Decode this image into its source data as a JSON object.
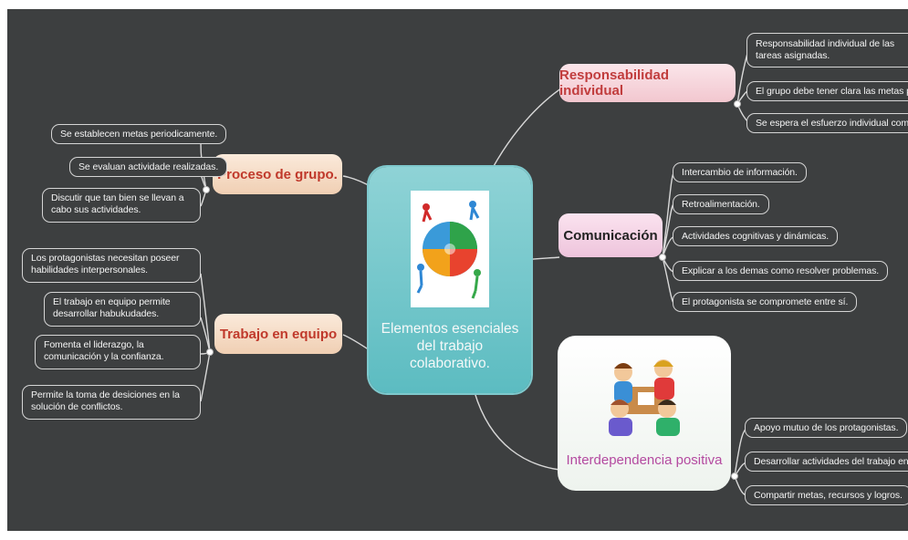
{
  "colors": {
    "background": "#3d3f40",
    "center_fill": "#73c8cc",
    "peach_topic": "#f3d6c0",
    "pink_topic": "#f6cfd6",
    "lilac_topic": "#efcfe6",
    "interdependencia_text": "#b44aa0",
    "leaf_border": "#d5d5d5"
  },
  "icons": {
    "center": "puzzle-team-icon",
    "interdependencia": "children-group-icon"
  },
  "center": {
    "title": "Elementos esenciales del trabajo colaborativo."
  },
  "topics": {
    "responsabilidad": {
      "label": "Responsabilidad individual",
      "items": [
        "Responsabilidad individual de las tareas asignadas.",
        "El grupo debe tener clara las metas propuestas.",
        "Se espera el esfuerzo individual como grupal."
      ]
    },
    "comunicacion": {
      "label": "Comunicación",
      "items": [
        "Intercambio de información.",
        "Retroalimentación.",
        "Actividades cognitivas y dinámicas.",
        "Explicar a los demas como resolver problemas.",
        "El protagonista se compromete entre sí."
      ]
    },
    "interdependencia": {
      "label": "Interdependencia positiva",
      "items": [
        "Apoyo mutuo de los protagonistas.",
        "Desarrollar actividades del trabajo en equipo.",
        "Compartir metas, recursos y logros."
      ]
    },
    "proceso": {
      "label": "Proceso de grupo.",
      "items": [
        "Se establecen metas periodicamente.",
        "Se evaluan actividade realizadas.",
        "Discutir que tan bien se llevan a cabo sus actividades."
      ]
    },
    "trabajo": {
      "label": "Trabajo en equipo",
      "items": [
        "Los protagonistas necesitan poseer habilidades interpersonales.",
        "El trabajo en equipo permite desarrollar habukudades.",
        "Fomenta el liderazgo, la comunicación y la confianza.",
        "Permite la toma de desiciones en la solución de conflictos."
      ]
    }
  }
}
